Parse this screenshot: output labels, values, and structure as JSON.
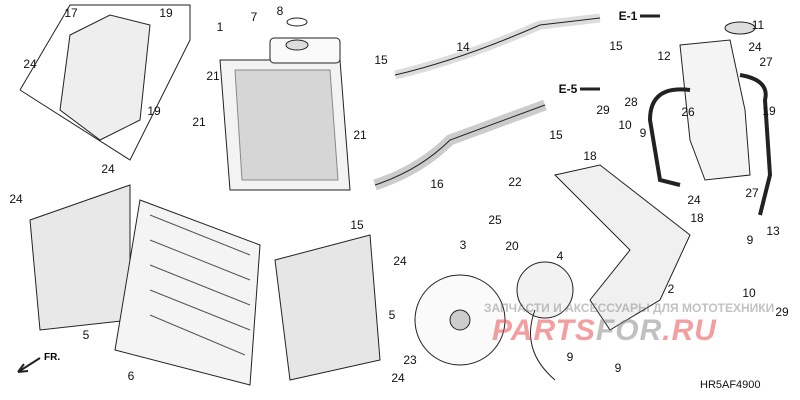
{
  "diagram_code": "HR5AF4900",
  "front_marker": "FR.",
  "watermark": {
    "line1": "ЗАПЧАСТИ И АКСЕССУАРЫ ДЛЯ МОТОТЕХНИКИ",
    "brand_a": "PARTS",
    "brand_b": "FOR",
    "brand_c": ".RU"
  },
  "refs": {
    "e1": "E-1",
    "e5": "E-5"
  },
  "callouts": [
    "17",
    "19",
    "24",
    "19",
    "7",
    "8",
    "1",
    "21",
    "15",
    "14",
    "21",
    "21",
    "16",
    "15",
    "24",
    "24",
    "5",
    "6",
    "3",
    "4",
    "5",
    "24",
    "23",
    "24",
    "20",
    "25",
    "22",
    "18",
    "29",
    "10",
    "9",
    "15",
    "15",
    "11",
    "12",
    "24",
    "27",
    "28",
    "26",
    "19",
    "27",
    "24",
    "18",
    "13",
    "2",
    "9",
    "10",
    "29",
    "9",
    "9"
  ]
}
